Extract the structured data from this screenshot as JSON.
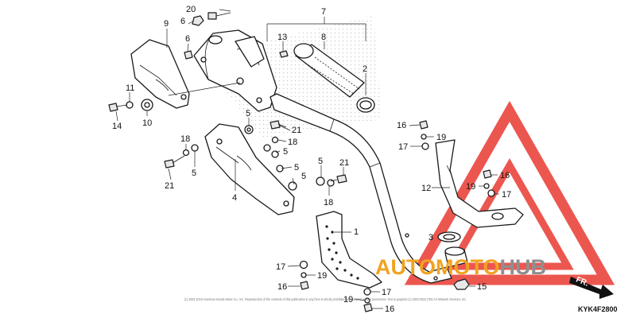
{
  "watermark": {
    "text_orange": "AUTOMOTO",
    "text_grey": "HUB",
    "color_red": "#e83a30",
    "color_orange": "#f1a31f",
    "color_grey": "#8f8f8f"
  },
  "diagram_code": "KYK4F2800",
  "front_label": "FR.",
  "copyright": "(c) 2003-2015 American Honda Motor Co., Inc. Reproduction of the contents of this publication in any form is strictly prohibited without prior written permission. Text & graphics (c) 2003-2015 (TM) Ari Network Services, Inc.",
  "callouts": [
    {
      "id": "c1",
      "text": "1"
    },
    {
      "id": "c2",
      "text": "2"
    },
    {
      "id": "c3",
      "text": "3"
    },
    {
      "id": "c4",
      "text": "4"
    },
    {
      "id": "c5a",
      "text": "5"
    },
    {
      "id": "c5b",
      "text": "5"
    },
    {
      "id": "c5c",
      "text": "5"
    },
    {
      "id": "c5d",
      "text": "5"
    },
    {
      "id": "c5e",
      "text": "5"
    },
    {
      "id": "c5f",
      "text": "5"
    },
    {
      "id": "c6a",
      "text": "6"
    },
    {
      "id": "c6b",
      "text": "6"
    },
    {
      "id": "c7",
      "text": "7"
    },
    {
      "id": "c8",
      "text": "8"
    },
    {
      "id": "c9",
      "text": "9"
    },
    {
      "id": "c10",
      "text": "10"
    },
    {
      "id": "c11",
      "text": "11"
    },
    {
      "id": "c12",
      "text": "12"
    },
    {
      "id": "c13",
      "text": "13"
    },
    {
      "id": "c14",
      "text": "14"
    },
    {
      "id": "c15",
      "text": "15"
    },
    {
      "id": "c16a",
      "text": "16"
    },
    {
      "id": "c16b",
      "text": "16"
    },
    {
      "id": "c16c",
      "text": "16"
    },
    {
      "id": "c16d",
      "text": "16"
    },
    {
      "id": "c17a",
      "text": "17"
    },
    {
      "id": "c17b",
      "text": "17"
    },
    {
      "id": "c17c",
      "text": "17"
    },
    {
      "id": "c17d",
      "text": "17"
    },
    {
      "id": "c18a",
      "text": "18"
    },
    {
      "id": "c18b",
      "text": "18"
    },
    {
      "id": "c18c",
      "text": "18"
    },
    {
      "id": "c19a",
      "text": "19"
    },
    {
      "id": "c19b",
      "text": "19"
    },
    {
      "id": "c19c",
      "text": "19"
    },
    {
      "id": "c19d",
      "text": "19"
    },
    {
      "id": "c20",
      "text": "20"
    },
    {
      "id": "c21a",
      "text": "21"
    },
    {
      "id": "c21b",
      "text": "21"
    },
    {
      "id": "c21c",
      "text": "21"
    }
  ]
}
